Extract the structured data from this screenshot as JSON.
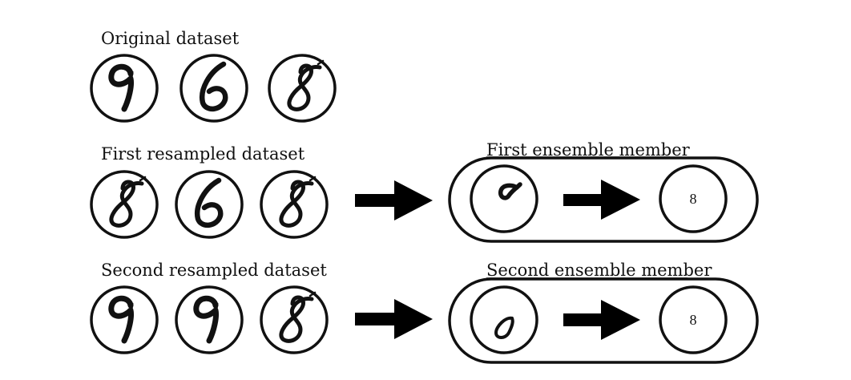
{
  "rows": {
    "original": {
      "label": "Original dataset",
      "samples": [
        "9",
        "6",
        "8"
      ]
    },
    "first": {
      "label": "First resampled dataset",
      "samples": [
        "8",
        "6",
        "8"
      ],
      "member_label": "First ensemble member",
      "member_feature": "top loop of 8",
      "member_output": "8"
    },
    "second": {
      "label": "Second resampled dataset",
      "samples": [
        "9",
        "9",
        "8"
      ],
      "member_label": "Second ensemble member",
      "member_feature": "bottom loop of 8",
      "member_output": "8"
    }
  },
  "icons": {
    "arrow": "right-arrow-icon",
    "sample": "digit-icon"
  }
}
